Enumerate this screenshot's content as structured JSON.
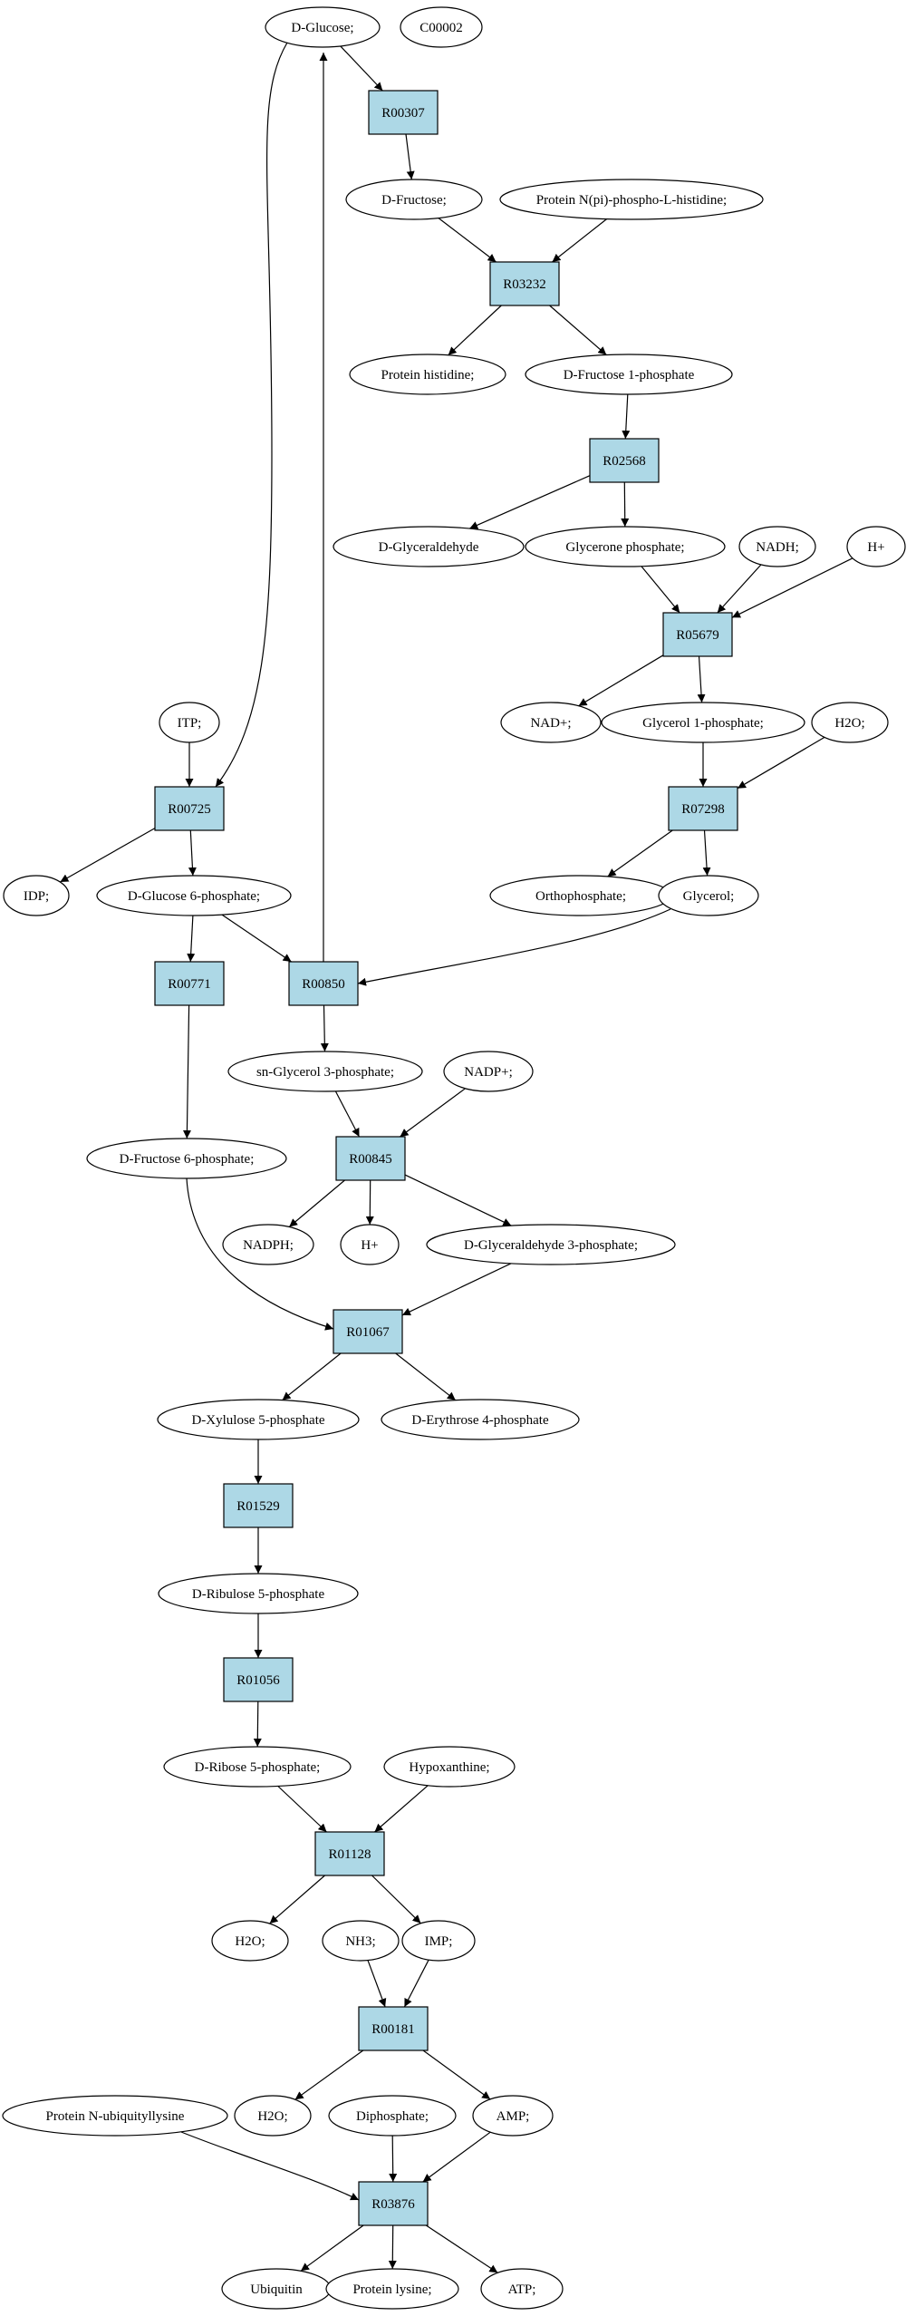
{
  "colors": {
    "start_fill": "#00ff00",
    "highlight_fill": "#ffff00",
    "reaction_fill": "#add8e6",
    "compound_fill": "#ffffff"
  },
  "nodes": [
    {
      "id": "glc",
      "label": "D-Glucose;",
      "kind": "compound",
      "style": "start"
    },
    {
      "id": "c00002",
      "label": "C00002",
      "kind": "compound",
      "style": "highlight"
    },
    {
      "id": "r00307",
      "label": "R00307",
      "kind": "reaction"
    },
    {
      "id": "fru",
      "label": "D-Fructose;",
      "kind": "compound"
    },
    {
      "id": "pnph",
      "label": "Protein N(pi)-phospho-L-histidine;",
      "kind": "compound"
    },
    {
      "id": "r03232",
      "label": "R03232",
      "kind": "reaction"
    },
    {
      "id": "phis",
      "label": "Protein histidine;",
      "kind": "compound"
    },
    {
      "id": "f1p",
      "label": "D-Fructose 1-phosphate",
      "kind": "compound"
    },
    {
      "id": "r02568",
      "label": "R02568",
      "kind": "reaction"
    },
    {
      "id": "glyald",
      "label": "D-Glyceraldehyde",
      "kind": "compound"
    },
    {
      "id": "dhap",
      "label": "Glycerone phosphate;",
      "kind": "compound"
    },
    {
      "id": "nadh",
      "label": "NADH;",
      "kind": "compound"
    },
    {
      "id": "hplus1",
      "label": "H+",
      "kind": "compound"
    },
    {
      "id": "r05679",
      "label": "R05679",
      "kind": "reaction"
    },
    {
      "id": "itp",
      "label": "ITP;",
      "kind": "compound"
    },
    {
      "id": "nadp1",
      "label": "NAD+;",
      "kind": "compound"
    },
    {
      "id": "g1p",
      "label": "Glycerol 1-phosphate;",
      "kind": "compound"
    },
    {
      "id": "h2o1",
      "label": "H2O;",
      "kind": "compound"
    },
    {
      "id": "r00725",
      "label": "R00725",
      "kind": "reaction"
    },
    {
      "id": "r07298",
      "label": "R07298",
      "kind": "reaction"
    },
    {
      "id": "idp",
      "label": "IDP;",
      "kind": "compound"
    },
    {
      "id": "g6p",
      "label": "D-Glucose 6-phosphate;",
      "kind": "compound"
    },
    {
      "id": "ortho",
      "label": "Orthophosphate;",
      "kind": "compound"
    },
    {
      "id": "glycerol",
      "label": "Glycerol;",
      "kind": "compound"
    },
    {
      "id": "r00771",
      "label": "R00771",
      "kind": "reaction"
    },
    {
      "id": "r00850",
      "label": "R00850",
      "kind": "reaction"
    },
    {
      "id": "sng3p",
      "label": "sn-Glycerol 3-phosphate;",
      "kind": "compound"
    },
    {
      "id": "nadpplus",
      "label": "NADP+;",
      "kind": "compound"
    },
    {
      "id": "f6p",
      "label": "D-Fructose 6-phosphate;",
      "kind": "compound"
    },
    {
      "id": "r00845",
      "label": "R00845",
      "kind": "reaction"
    },
    {
      "id": "nadph",
      "label": "NADPH;",
      "kind": "compound"
    },
    {
      "id": "hplus2",
      "label": "H+",
      "kind": "compound"
    },
    {
      "id": "ga3p",
      "label": "D-Glyceraldehyde 3-phosphate;",
      "kind": "compound"
    },
    {
      "id": "r01067",
      "label": "R01067",
      "kind": "reaction"
    },
    {
      "id": "xu5p",
      "label": "D-Xylulose 5-phosphate",
      "kind": "compound"
    },
    {
      "id": "e4p",
      "label": "D-Erythrose 4-phosphate",
      "kind": "compound"
    },
    {
      "id": "r01529",
      "label": "R01529",
      "kind": "reaction"
    },
    {
      "id": "ru5p",
      "label": "D-Ribulose 5-phosphate",
      "kind": "compound"
    },
    {
      "id": "r01056",
      "label": "R01056",
      "kind": "reaction"
    },
    {
      "id": "r5p",
      "label": "D-Ribose 5-phosphate;",
      "kind": "compound"
    },
    {
      "id": "hypox",
      "label": "Hypoxanthine;",
      "kind": "compound"
    },
    {
      "id": "r01128",
      "label": "R01128",
      "kind": "reaction"
    },
    {
      "id": "h2o2",
      "label": "H2O;",
      "kind": "compound"
    },
    {
      "id": "nh3",
      "label": "NH3;",
      "kind": "compound"
    },
    {
      "id": "imp",
      "label": "IMP;",
      "kind": "compound"
    },
    {
      "id": "r00181",
      "label": "R00181",
      "kind": "reaction"
    },
    {
      "id": "pnub",
      "label": "Protein N-ubiquityllysine",
      "kind": "compound"
    },
    {
      "id": "h2o3",
      "label": "H2O;",
      "kind": "compound"
    },
    {
      "id": "dipho",
      "label": "Diphosphate;",
      "kind": "compound"
    },
    {
      "id": "amp",
      "label": "AMP;",
      "kind": "compound"
    },
    {
      "id": "r03876",
      "label": "R03876",
      "kind": "reaction"
    },
    {
      "id": "ubiq",
      "label": "Ubiquitin",
      "kind": "compound"
    },
    {
      "id": "plys",
      "label": "Protein lysine;",
      "kind": "compound"
    },
    {
      "id": "atp",
      "label": "ATP;",
      "kind": "compound"
    }
  ],
  "edges": [
    [
      "glc",
      "r00307"
    ],
    [
      "glc",
      "r00725"
    ],
    [
      "r00850",
      "glc"
    ],
    [
      "r00307",
      "fru"
    ],
    [
      "fru",
      "r03232"
    ],
    [
      "pnph",
      "r03232"
    ],
    [
      "r03232",
      "phis"
    ],
    [
      "r03232",
      "f1p"
    ],
    [
      "f1p",
      "r02568"
    ],
    [
      "r02568",
      "glyald"
    ],
    [
      "r02568",
      "dhap"
    ],
    [
      "dhap",
      "r05679"
    ],
    [
      "nadh",
      "r05679"
    ],
    [
      "hplus1",
      "r05679"
    ],
    [
      "r05679",
      "nadp1"
    ],
    [
      "r05679",
      "g1p"
    ],
    [
      "g1p",
      "r07298"
    ],
    [
      "h2o1",
      "r07298"
    ],
    [
      "r07298",
      "ortho"
    ],
    [
      "r07298",
      "glycerol"
    ],
    [
      "itp",
      "r00725"
    ],
    [
      "r00725",
      "idp"
    ],
    [
      "r00725",
      "g6p"
    ],
    [
      "g6p",
      "r00771"
    ],
    [
      "g6p",
      "r00850"
    ],
    [
      "glycerol",
      "r00850"
    ],
    [
      "r00850",
      "sng3p"
    ],
    [
      "r00771",
      "f6p"
    ],
    [
      "sng3p",
      "r00845"
    ],
    [
      "nadpplus",
      "r00845"
    ],
    [
      "r00845",
      "nadph"
    ],
    [
      "r00845",
      "hplus2"
    ],
    [
      "r00845",
      "ga3p"
    ],
    [
      "f6p",
      "r01067"
    ],
    [
      "ga3p",
      "r01067"
    ],
    [
      "r01067",
      "xu5p"
    ],
    [
      "r01067",
      "e4p"
    ],
    [
      "xu5p",
      "r01529"
    ],
    [
      "r01529",
      "ru5p"
    ],
    [
      "ru5p",
      "r01056"
    ],
    [
      "r01056",
      "r5p"
    ],
    [
      "r5p",
      "r01128"
    ],
    [
      "hypox",
      "r01128"
    ],
    [
      "r01128",
      "h2o2"
    ],
    [
      "r01128",
      "imp"
    ],
    [
      "nh3",
      "r00181"
    ],
    [
      "imp",
      "r00181"
    ],
    [
      "r00181",
      "h2o3"
    ],
    [
      "r00181",
      "amp"
    ],
    [
      "pnub",
      "r03876"
    ],
    [
      "dipho",
      "r03876"
    ],
    [
      "amp",
      "r03876"
    ],
    [
      "r03876",
      "ubiq"
    ],
    [
      "r03876",
      "plys"
    ],
    [
      "r03876",
      "atp"
    ]
  ]
}
